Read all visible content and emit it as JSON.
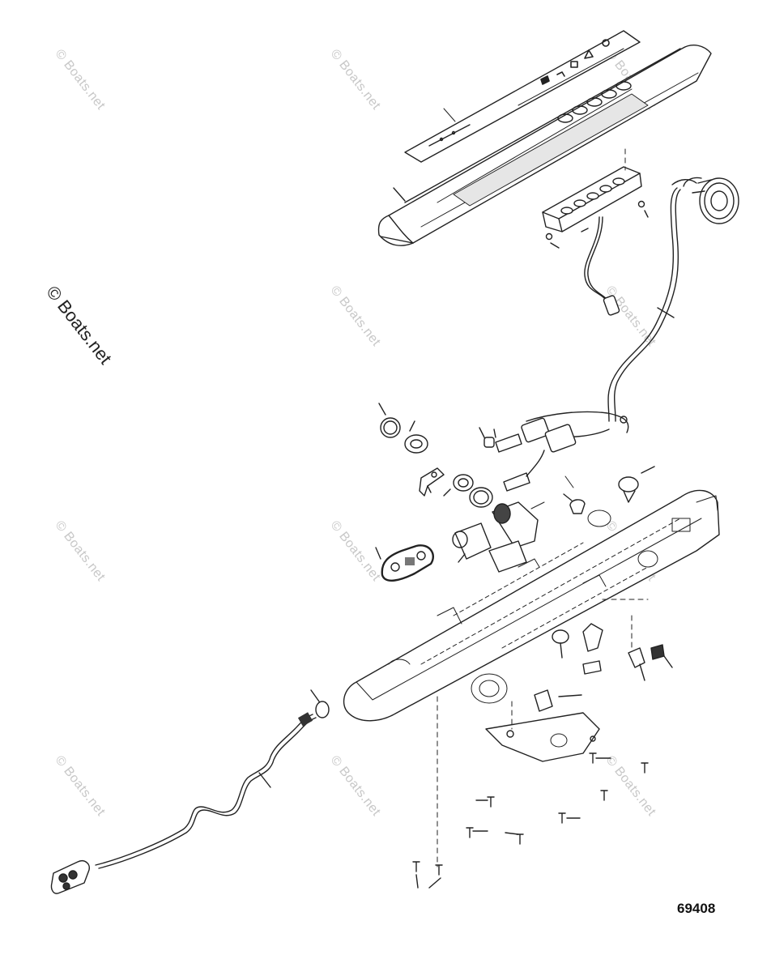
{
  "watermark": {
    "text": "© Boats.net",
    "color": "#c8c8c8"
  },
  "main_watermark": {
    "text": "© Boats.net"
  },
  "figure_number": "69408",
  "icons": [
    "cover-panel-icon",
    "bezel-icon",
    "button-pad-icon",
    "harness-icon",
    "connector-icon",
    "ignition-switch-icon",
    "decal-icon",
    "housing-icon",
    "tether-cord-icon",
    "screw-icon"
  ],
  "colors": {
    "line": "#222222",
    "background": "#ffffff",
    "shade": "#e6e6e6"
  }
}
